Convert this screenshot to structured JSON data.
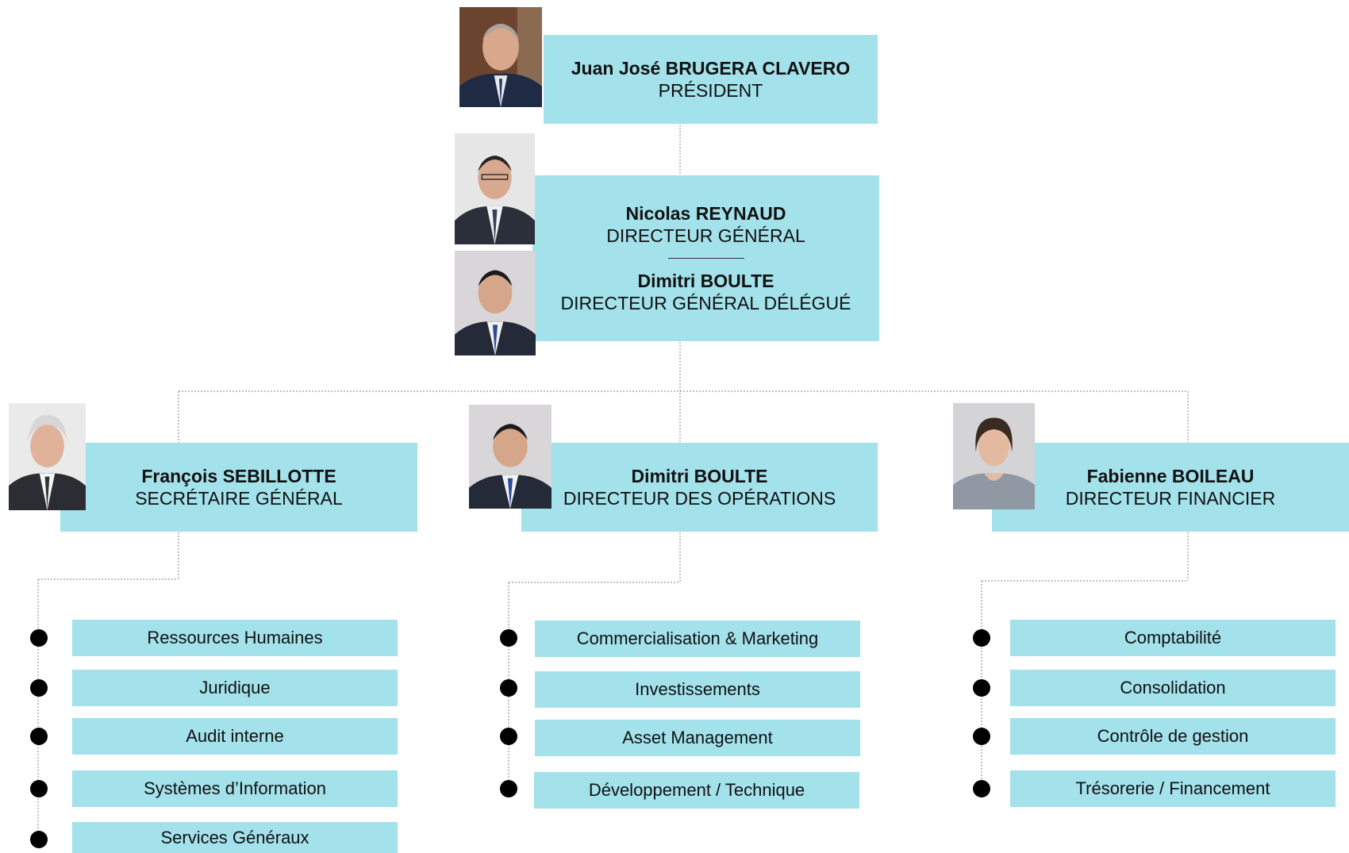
{
  "president": {
    "name": "Juan José BRUGERA CLAVERO",
    "role": "PRÉSIDENT"
  },
  "direction": {
    "dg": {
      "name": "Nicolas REYNAUD",
      "role": "DIRECTEUR GÉNÉRAL"
    },
    "dgd": {
      "name": "Dimitri BOULTE",
      "role": "DIRECTEUR GÉNÉRAL DÉLÉGUÉ"
    }
  },
  "secretary": {
    "name": "François SEBILLOTTE",
    "role": "SECRÉTAIRE GÉNÉRAL",
    "departments": [
      "Ressources Humaines",
      "Juridique",
      "Audit interne",
      "Systèmes d’Information",
      "Services Généraux"
    ]
  },
  "operations": {
    "name": "Dimitri BOULTE",
    "role": "DIRECTEUR DES OPÉRATIONS",
    "departments": [
      "Commercialisation & Marketing",
      "Investissements",
      "Asset Management",
      "Développement / Technique"
    ]
  },
  "finance": {
    "name": "Fabienne BOILEAU",
    "role": "DIRECTEUR FINANCIER",
    "departments": [
      "Comptabilité",
      "Consolidation",
      "Contrôle de gestion",
      "Trésorerie / Financement"
    ]
  },
  "colors": {
    "box": "#a3e1eb",
    "bullet": "#000000",
    "connector": "#9a9a9a"
  }
}
